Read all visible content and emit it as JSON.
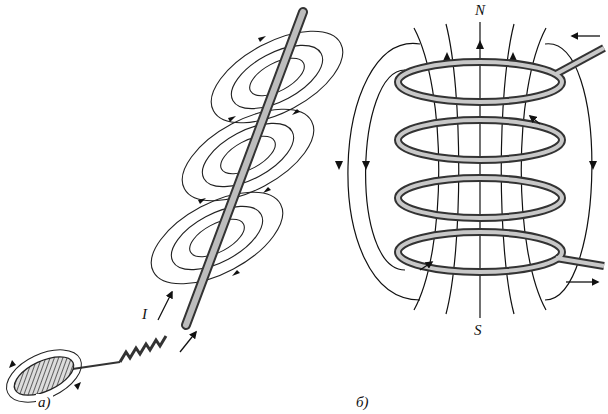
{
  "diagram": {
    "labels": [
      "I",
      "а)",
      "N",
      "S",
      "б)"
    ]
  }
}
